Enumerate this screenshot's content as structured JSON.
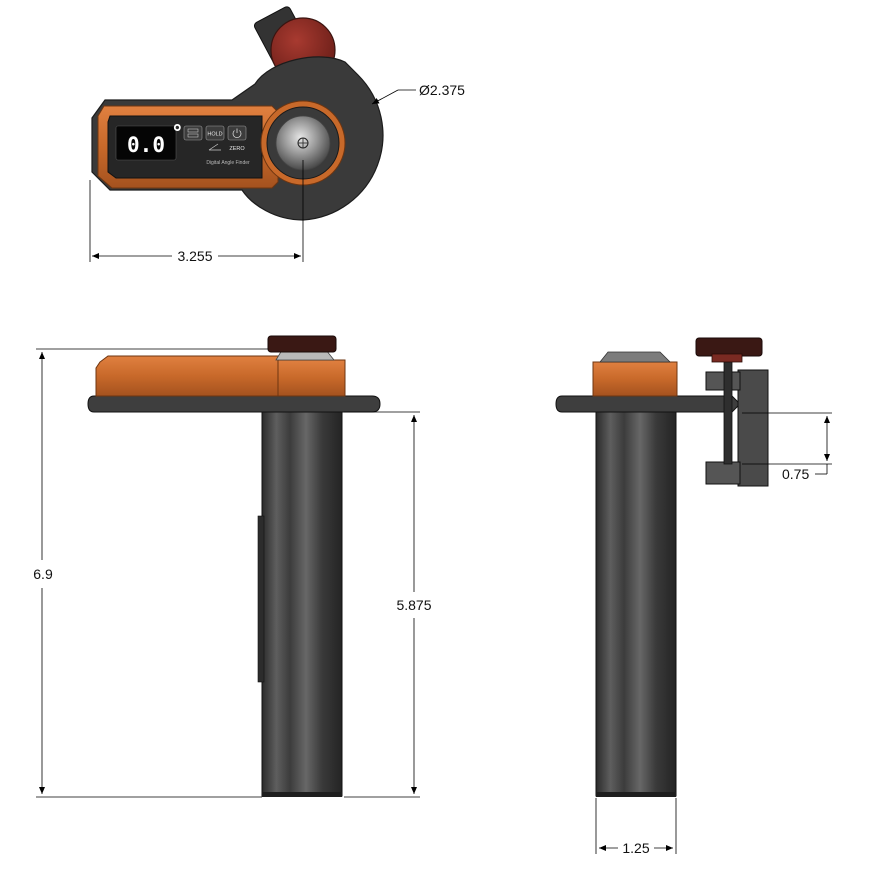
{
  "drawing": {
    "units": "in",
    "dimensions": {
      "dial_diameter": "Ø2.375",
      "display_to_center_width": "3.255",
      "overall_height": "6.9",
      "shaft_length": "5.875",
      "clamp_opening": "0.75",
      "shaft_diameter": "1.25"
    },
    "device": {
      "display_value": "0.0",
      "degree_symbol": "°",
      "hold_label": "HOLD",
      "zero_label": "ZERO",
      "brand_label": "Digital Angle Finder"
    },
    "colors": {
      "orange": "#c8692a",
      "dark_body": "#3a3a3a",
      "shaft": "#4a4a4a",
      "knob_red": "#8a2a22",
      "line": "#000000"
    }
  }
}
